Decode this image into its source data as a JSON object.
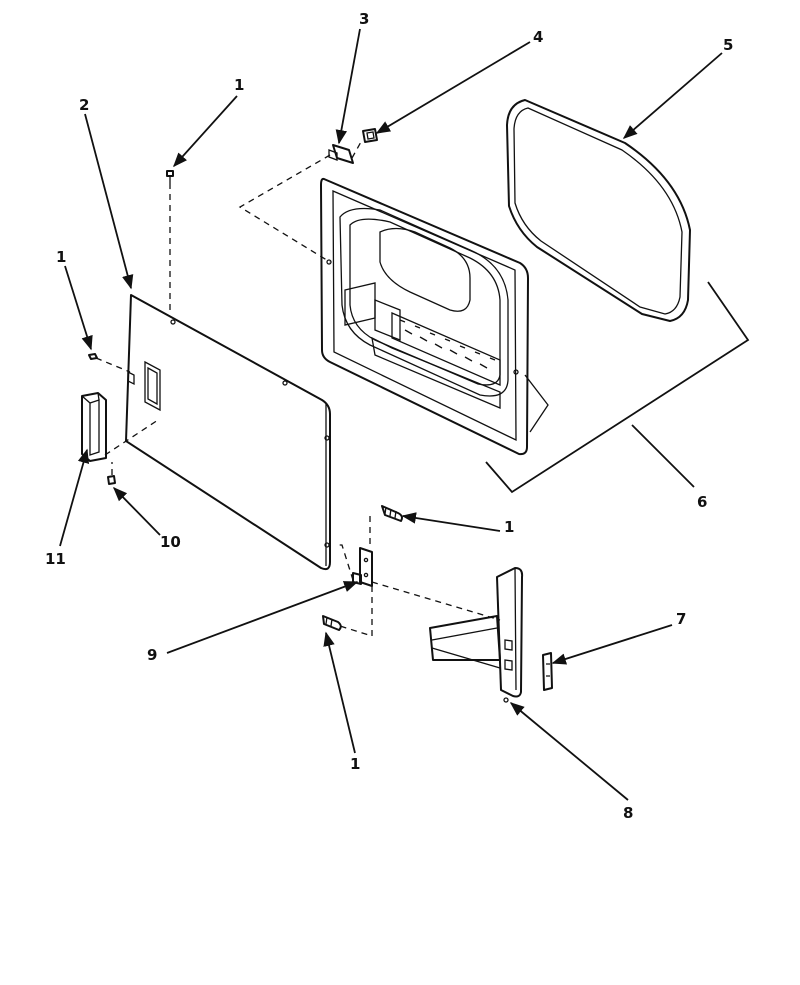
{
  "callouts": {
    "c1a": "1",
    "c1b": "1",
    "c1c": "1",
    "c1d": "1",
    "c2": "2",
    "c3": "3",
    "c4": "4",
    "c5": "5",
    "c6": "6",
    "c7": "7",
    "c8": "8",
    "c9": "9",
    "c10": "10",
    "c11": "11"
  },
  "colors": {
    "ink": "#111111",
    "paper": "#ffffff"
  }
}
